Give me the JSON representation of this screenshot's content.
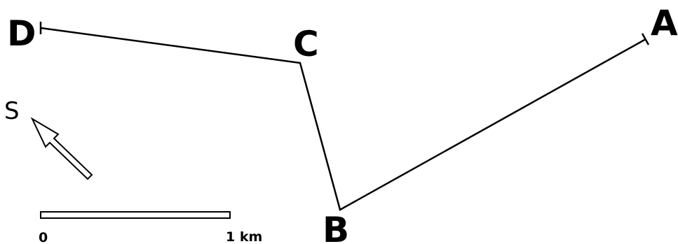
{
  "points": {
    "A": "A",
    "B": "B",
    "C": "C",
    "D": "D"
  },
  "compass": {
    "label": "S",
    "icon": "arrow-icon"
  },
  "scale_bar": {
    "start_label": "0",
    "end_label": "1 km"
  },
  "colors": {
    "stroke": "#000000",
    "background": "#ffffff"
  }
}
